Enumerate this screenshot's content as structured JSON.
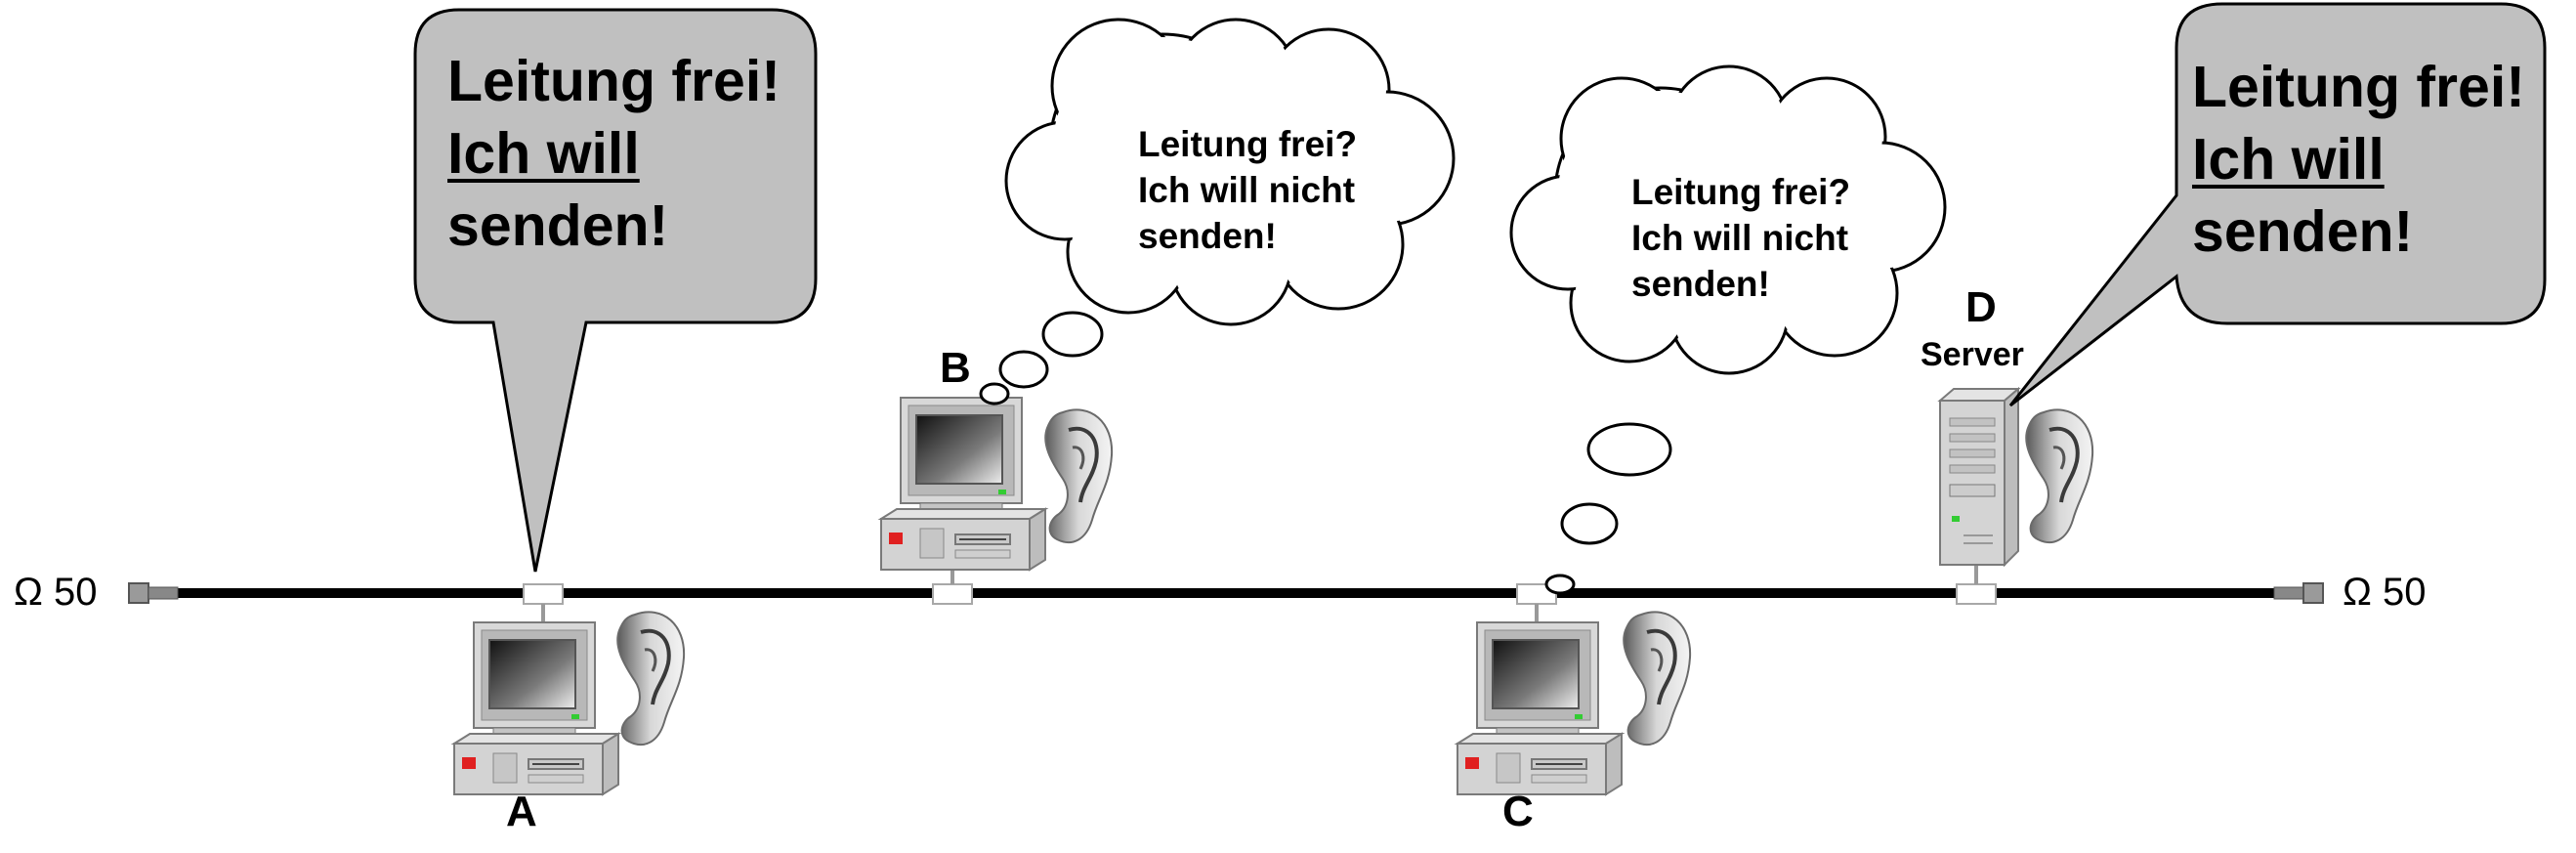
{
  "terminators": {
    "left": "Ω 50",
    "right": "Ω 50"
  },
  "stations": {
    "a": {
      "label": "A"
    },
    "b": {
      "label": "B"
    },
    "c": {
      "label": "C"
    },
    "d": {
      "label": "D",
      "sublabel": "Server"
    }
  },
  "speech_a": {
    "line1": "Leitung frei!",
    "line2": "Ich will",
    "line3": "senden!"
  },
  "speech_d": {
    "line1": "Leitung frei!",
    "line2": "Ich will",
    "line3": "senden!"
  },
  "thought_b": {
    "line1": "Leitung frei?",
    "line2": "Ich will nicht",
    "line3": "senden!"
  },
  "thought_c": {
    "line1": "Leitung frei?",
    "line2": "Ich will nicht",
    "line3": "senden!"
  },
  "colors": {
    "bubble_fill": "#c0c0c0",
    "cable": "#000000",
    "computer_body": "#d6d6d6",
    "terminator": "#808080"
  }
}
